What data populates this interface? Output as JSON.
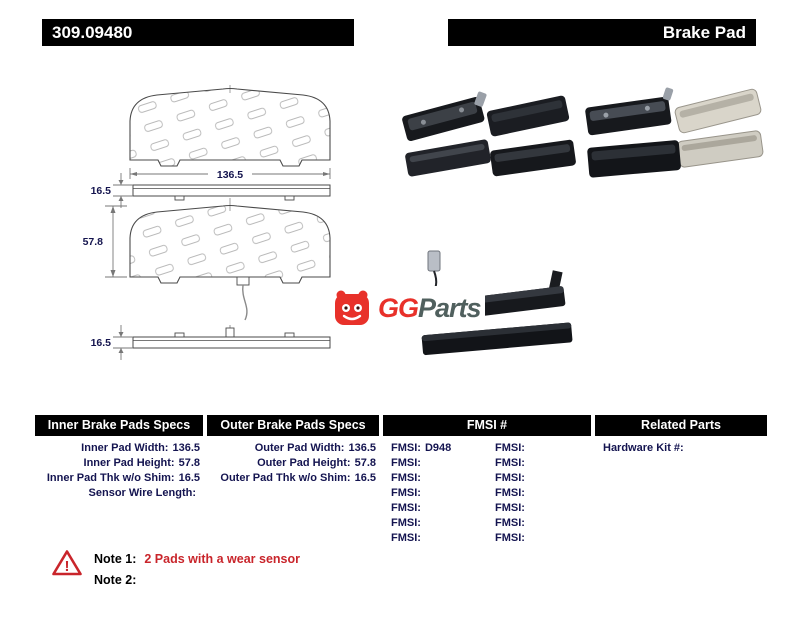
{
  "header": {
    "part_number": "309.09480",
    "product_type": "Brake Pad"
  },
  "drawing": {
    "dim_pad_width": "136.5",
    "dim_outer_thickness": "16.5",
    "dim_pad_height": "57.8",
    "dim_inner_thickness": "16.5"
  },
  "logo": {
    "gg": "GG",
    "parts": "Parts"
  },
  "table": {
    "headers": [
      "Inner Brake Pads Specs",
      "Outer Brake Pads Specs",
      "FMSI #",
      "Related Parts"
    ],
    "inner_specs": [
      {
        "label": "Inner Pad Width:",
        "value": "136.5"
      },
      {
        "label": "Inner Pad Height:",
        "value": "57.8"
      },
      {
        "label": "Inner Pad Thk w/o Shim:",
        "value": "16.5"
      },
      {
        "label": "Sensor Wire Length:",
        "value": ""
      }
    ],
    "outer_specs": [
      {
        "label": "Outer Pad Width:",
        "value": "136.5"
      },
      {
        "label": "Outer Pad Height:",
        "value": "57.8"
      },
      {
        "label": "Outer Pad Thk w/o Shim:",
        "value": "16.5"
      }
    ],
    "fmsi_left": [
      {
        "label": "FMSI:",
        "value": "D948"
      },
      {
        "label": "FMSI:",
        "value": ""
      },
      {
        "label": "FMSI:",
        "value": ""
      },
      {
        "label": "FMSI:",
        "value": ""
      },
      {
        "label": "FMSI:",
        "value": ""
      },
      {
        "label": "FMSI:",
        "value": ""
      },
      {
        "label": "FMSI:",
        "value": ""
      }
    ],
    "fmsi_right": [
      {
        "label": "FMSI:",
        "value": ""
      },
      {
        "label": "FMSI:",
        "value": ""
      },
      {
        "label": "FMSI:",
        "value": ""
      },
      {
        "label": "FMSI:",
        "value": ""
      },
      {
        "label": "FMSI:",
        "value": ""
      },
      {
        "label": "FMSI:",
        "value": ""
      },
      {
        "label": "FMSI:",
        "value": ""
      }
    ],
    "related_parts": [
      {
        "label": "Hardware Kit #:",
        "value": ""
      }
    ]
  },
  "notes": {
    "note1_label": "Note 1:",
    "note1_text": "2 Pads with a wear sensor",
    "note2_label": "Note 2:",
    "note2_text": ""
  }
}
